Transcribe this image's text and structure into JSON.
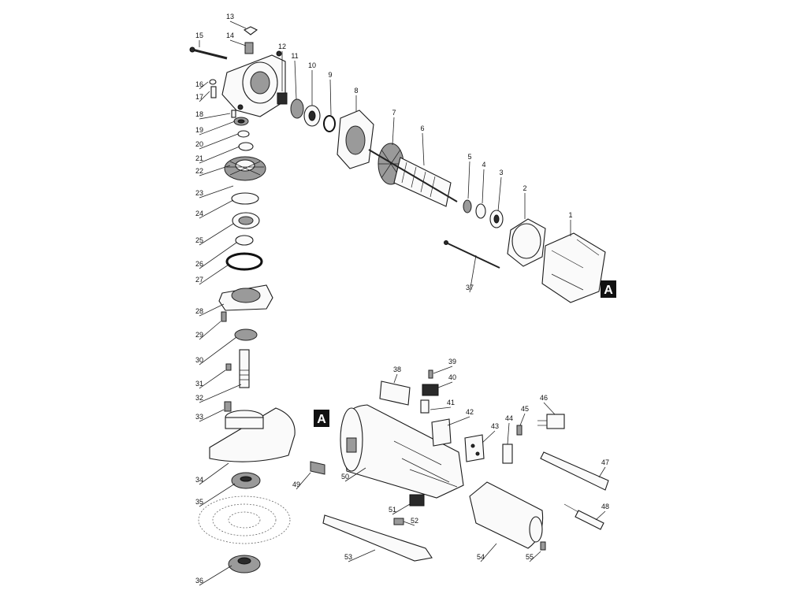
{
  "diagram": {
    "marker": "A",
    "parts": [
      {
        "no": "1"
      },
      {
        "no": "2"
      },
      {
        "no": "3"
      },
      {
        "no": "4"
      },
      {
        "no": "5"
      },
      {
        "no": "6"
      },
      {
        "no": "7"
      },
      {
        "no": "8"
      },
      {
        "no": "9"
      },
      {
        "no": "10"
      },
      {
        "no": "11"
      },
      {
        "no": "12"
      },
      {
        "no": "13"
      },
      {
        "no": "14"
      },
      {
        "no": "15"
      },
      {
        "no": "16"
      },
      {
        "no": "17"
      },
      {
        "no": "18"
      },
      {
        "no": "19"
      },
      {
        "no": "20"
      },
      {
        "no": "21"
      },
      {
        "no": "22"
      },
      {
        "no": "23"
      },
      {
        "no": "24"
      },
      {
        "no": "25"
      },
      {
        "no": "26"
      },
      {
        "no": "27"
      },
      {
        "no": "28"
      },
      {
        "no": "29"
      },
      {
        "no": "30"
      },
      {
        "no": "31"
      },
      {
        "no": "32"
      },
      {
        "no": "33"
      },
      {
        "no": "34"
      },
      {
        "no": "35"
      },
      {
        "no": "36"
      },
      {
        "no": "37"
      },
      {
        "no": "38"
      },
      {
        "no": "39"
      },
      {
        "no": "40"
      },
      {
        "no": "41"
      },
      {
        "no": "42"
      },
      {
        "no": "43"
      },
      {
        "no": "44"
      },
      {
        "no": "45"
      },
      {
        "no": "46"
      },
      {
        "no": "47"
      },
      {
        "no": "48"
      },
      {
        "no": "49"
      },
      {
        "no": "50"
      },
      {
        "no": "51"
      },
      {
        "no": "52"
      },
      {
        "no": "53"
      },
      {
        "no": "54"
      },
      {
        "no": "55"
      }
    ]
  }
}
